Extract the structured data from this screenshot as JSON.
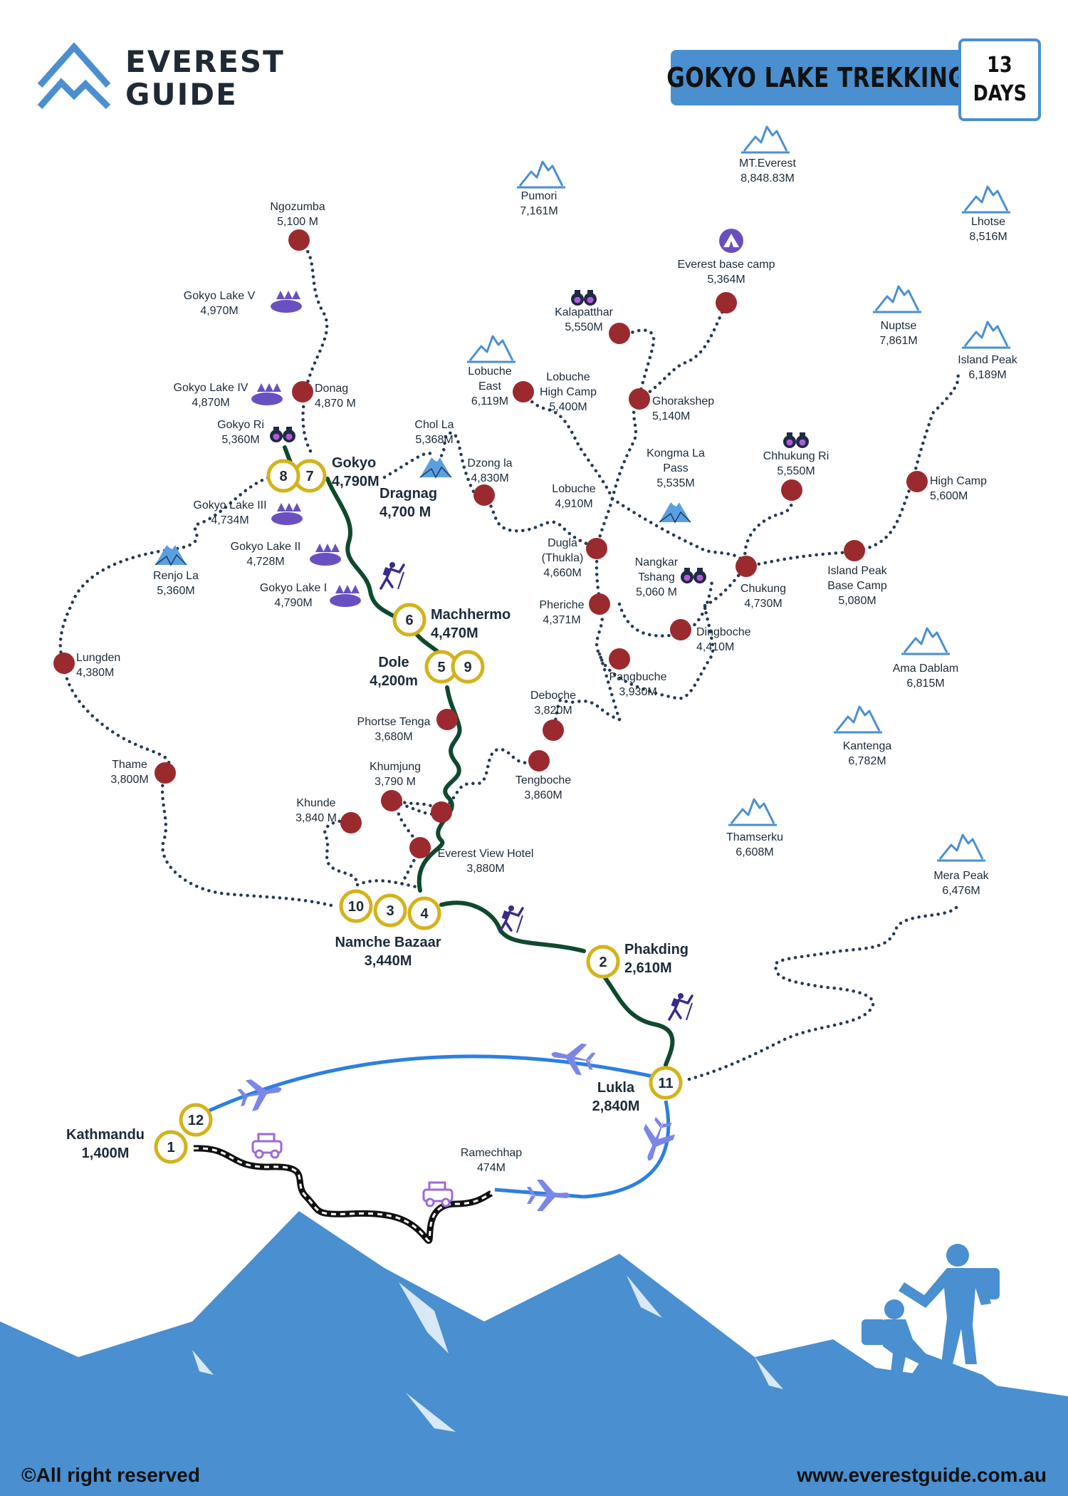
{
  "brand": {
    "line1": "EVEREST",
    "line2": "GUIDE"
  },
  "title": "GOKYO LAKE TREKKING",
  "duration": {
    "number": "13",
    "unit": "DAYS"
  },
  "footer": {
    "copyright": "©All right reserved",
    "website": "www.everestguide.com.au"
  },
  "colors": {
    "accent_blue": "#4a8fd0",
    "stop_red": "#9b2a2f",
    "day_ring": "#d4b21a",
    "trek_path": "#0f4a2e",
    "dotted_route": "#233a55",
    "flight_blue": "#2d7fe0",
    "mountain_blue": "#4a8fd0"
  },
  "places": [
    {
      "id": "ngozumba",
      "lines": [
        "Ngozumba",
        "5,100 M"
      ]
    },
    {
      "id": "gokyo_lake_v",
      "lines": [
        "Gokyo Lake V",
        "4,970M"
      ]
    },
    {
      "id": "donag",
      "lines": [
        "Donag",
        "4,870 M"
      ]
    },
    {
      "id": "gokyo_lake_iv",
      "lines": [
        "Gokyo Lake IV",
        "4,870M"
      ]
    },
    {
      "id": "gokyo_ri",
      "lines": [
        "Gokyo Ri",
        "5,360M"
      ]
    },
    {
      "id": "gokyo_lake_iii",
      "lines": [
        "Gokyo Lake III",
        "4,734M"
      ]
    },
    {
      "id": "gokyo_lake_ii",
      "lines": [
        "Gokyo Lake II",
        "4,728M"
      ]
    },
    {
      "id": "gokyo_lake_i",
      "lines": [
        "Gokyo Lake I",
        "4,790M"
      ]
    },
    {
      "id": "renjo_la",
      "lines": [
        "Renjo La",
        "5,360M"
      ]
    },
    {
      "id": "lungden",
      "lines": [
        "Lungden",
        "4,380M"
      ]
    },
    {
      "id": "thame",
      "lines": [
        "Thame",
        "3,800M"
      ]
    },
    {
      "id": "chol_la",
      "lines": [
        "Chol La",
        "5,368M"
      ]
    },
    {
      "id": "dzong_la",
      "lines": [
        "Dzong la",
        "4,830M"
      ]
    },
    {
      "id": "pumori",
      "lines": [
        "Pumori",
        "7,161M"
      ]
    },
    {
      "id": "mt_everest",
      "lines": [
        "MT.Everest",
        "8,848.83M"
      ]
    },
    {
      "id": "lhotse",
      "lines": [
        "Lhotse",
        "8,516M"
      ]
    },
    {
      "id": "everest_base_camp",
      "lines": [
        "Everest base camp",
        "5,364M"
      ]
    },
    {
      "id": "kalapatthar",
      "lines": [
        "Kalapatthar",
        "5,550M"
      ]
    },
    {
      "id": "nuptse",
      "lines": [
        "Nuptse",
        "7,861M"
      ]
    },
    {
      "id": "island_peak",
      "lines": [
        "Island Peak",
        "6,189M"
      ]
    },
    {
      "id": "lobuche_east",
      "lines": [
        "Lobuche",
        "East",
        "6,119M"
      ]
    },
    {
      "id": "lobuche_high_camp",
      "lines": [
        "Lobuche",
        "High Camp",
        "5,400M"
      ]
    },
    {
      "id": "ghorakshep",
      "lines": [
        "Ghorakshep",
        "5,140M"
      ]
    },
    {
      "id": "kongma_la",
      "lines": [
        "Kongma La",
        "Pass",
        "5,535M"
      ]
    },
    {
      "id": "chhukung_ri",
      "lines": [
        "Chhukung Ri",
        "5,550M"
      ]
    },
    {
      "id": "lobuche",
      "lines": [
        "Lobuche",
        "4,910M"
      ]
    },
    {
      "id": "high_camp",
      "lines": [
        "High Camp",
        "5,600M"
      ]
    },
    {
      "id": "dugla",
      "lines": [
        "Dugla",
        "(Thukla)",
        "4,660M"
      ]
    },
    {
      "id": "nangkar_tshang",
      "lines": [
        "Nangkar",
        "Tshang",
        "5,060 M"
      ]
    },
    {
      "id": "chukung",
      "lines": [
        "Chukung",
        "4,730M"
      ]
    },
    {
      "id": "island_peak_bc",
      "lines": [
        "Island Peak",
        "Base Camp",
        "5,080M"
      ]
    },
    {
      "id": "pheriche",
      "lines": [
        "Pheriche",
        "4,371M"
      ]
    },
    {
      "id": "dingboche",
      "lines": [
        "Dingboche",
        "4,410M"
      ]
    },
    {
      "id": "pangbuche",
      "lines": [
        "Pangbuche",
        "3,930M"
      ]
    },
    {
      "id": "ama_dablam",
      "lines": [
        "Ama Dablam",
        "6,815M"
      ]
    },
    {
      "id": "deboche",
      "lines": [
        "Deboche",
        "3,820M"
      ]
    },
    {
      "id": "tengboche",
      "lines": [
        "Tengboche",
        "3,860M"
      ]
    },
    {
      "id": "kantenga",
      "lines": [
        "Kantenga",
        "6,782M"
      ]
    },
    {
      "id": "phortse_tenga",
      "lines": [
        "Phortse Tenga",
        "3,680M"
      ]
    },
    {
      "id": "khumjung",
      "lines": [
        "Khumjung",
        "3,790 M"
      ]
    },
    {
      "id": "khunde",
      "lines": [
        "Khunde",
        "3,840 M"
      ]
    },
    {
      "id": "everest_view_hotel",
      "lines": [
        "Everest View Hotel",
        "3,880M"
      ]
    },
    {
      "id": "thamserku",
      "lines": [
        "Thamserku",
        "6,608M"
      ]
    },
    {
      "id": "mera_peak",
      "lines": [
        "Mera Peak",
        "6,476M"
      ]
    },
    {
      "id": "ramechhap",
      "lines": [
        "Ramechhap",
        "474M"
      ]
    }
  ],
  "stages": [
    {
      "id": "gokyo",
      "lines": [
        "Gokyo",
        "4,790M"
      ]
    },
    {
      "id": "dragnag",
      "lines": [
        "Dragnag",
        "4,700 M"
      ]
    },
    {
      "id": "machhermo",
      "lines": [
        "Machhermo",
        "4,470M"
      ]
    },
    {
      "id": "dole",
      "lines": [
        "Dole",
        "4,200m"
      ]
    },
    {
      "id": "namche",
      "lines": [
        "Namche Bazaar",
        "3,440M"
      ]
    },
    {
      "id": "phakding",
      "lines": [
        "Phakding",
        "2,610M"
      ]
    },
    {
      "id": "lukla",
      "lines": [
        "Lukla",
        "2,840M"
      ]
    },
    {
      "id": "kathmandu",
      "lines": [
        "Kathmandu",
        "1,400M"
      ]
    }
  ],
  "day_markers": [
    "1",
    "2",
    "3",
    "4",
    "5",
    "6",
    "7",
    "8",
    "9",
    "10",
    "11",
    "12"
  ],
  "icons": [
    "mountain-logo-icon",
    "mountain-peak-icon",
    "binoculars-icon",
    "tent-icon",
    "lake-icon",
    "glacier-pass-icon",
    "hiker-icon",
    "airplane-icon",
    "jeep-icon",
    "climbers-silhouette-icon"
  ]
}
